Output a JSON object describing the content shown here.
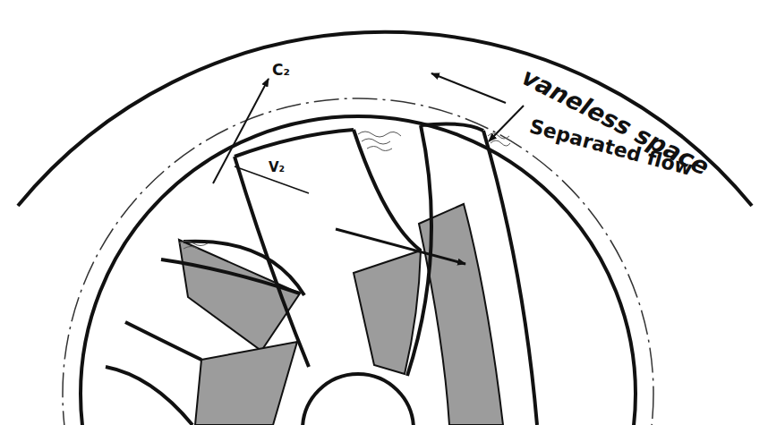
{
  "diagram": {
    "labels": [
      "C₂",
      "V₂",
      "vaneless space",
      "Separated flow"
    ]
  }
}
